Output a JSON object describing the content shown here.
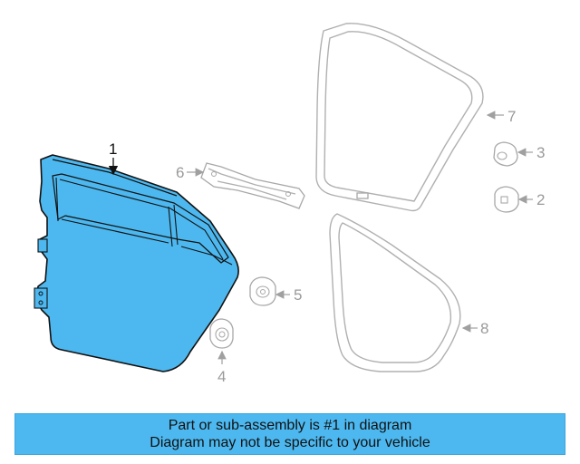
{
  "diagram": {
    "highlight_color": "#4db8ef",
    "ghost_color": "#b0b0b0",
    "callouts": {
      "c1": "1",
      "c2": "2",
      "c3": "3",
      "c4": "4",
      "c5": "5",
      "c6": "6",
      "c7": "7",
      "c8": "8"
    }
  },
  "footer": {
    "line1": "Part or sub-assembly is #1 in diagram",
    "line2": "Diagram may not be specific to your vehicle"
  }
}
